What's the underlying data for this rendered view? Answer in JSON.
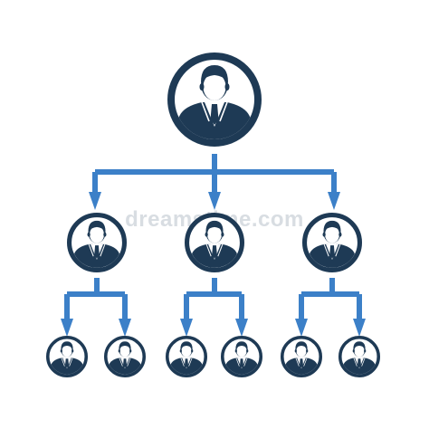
{
  "colors": {
    "navy": "#1e3a55",
    "arrow": "#3c80c8",
    "white": "#ffffff",
    "watermark": "#d8dde2"
  },
  "watermark": {
    "text": "dreamstime.com"
  },
  "org_chart": {
    "levels": [
      {
        "level": 1,
        "count": 1
      },
      {
        "level": 2,
        "count": 3
      },
      {
        "level": 3,
        "count": 6
      }
    ],
    "icon": "businessman-avatar-icon"
  }
}
